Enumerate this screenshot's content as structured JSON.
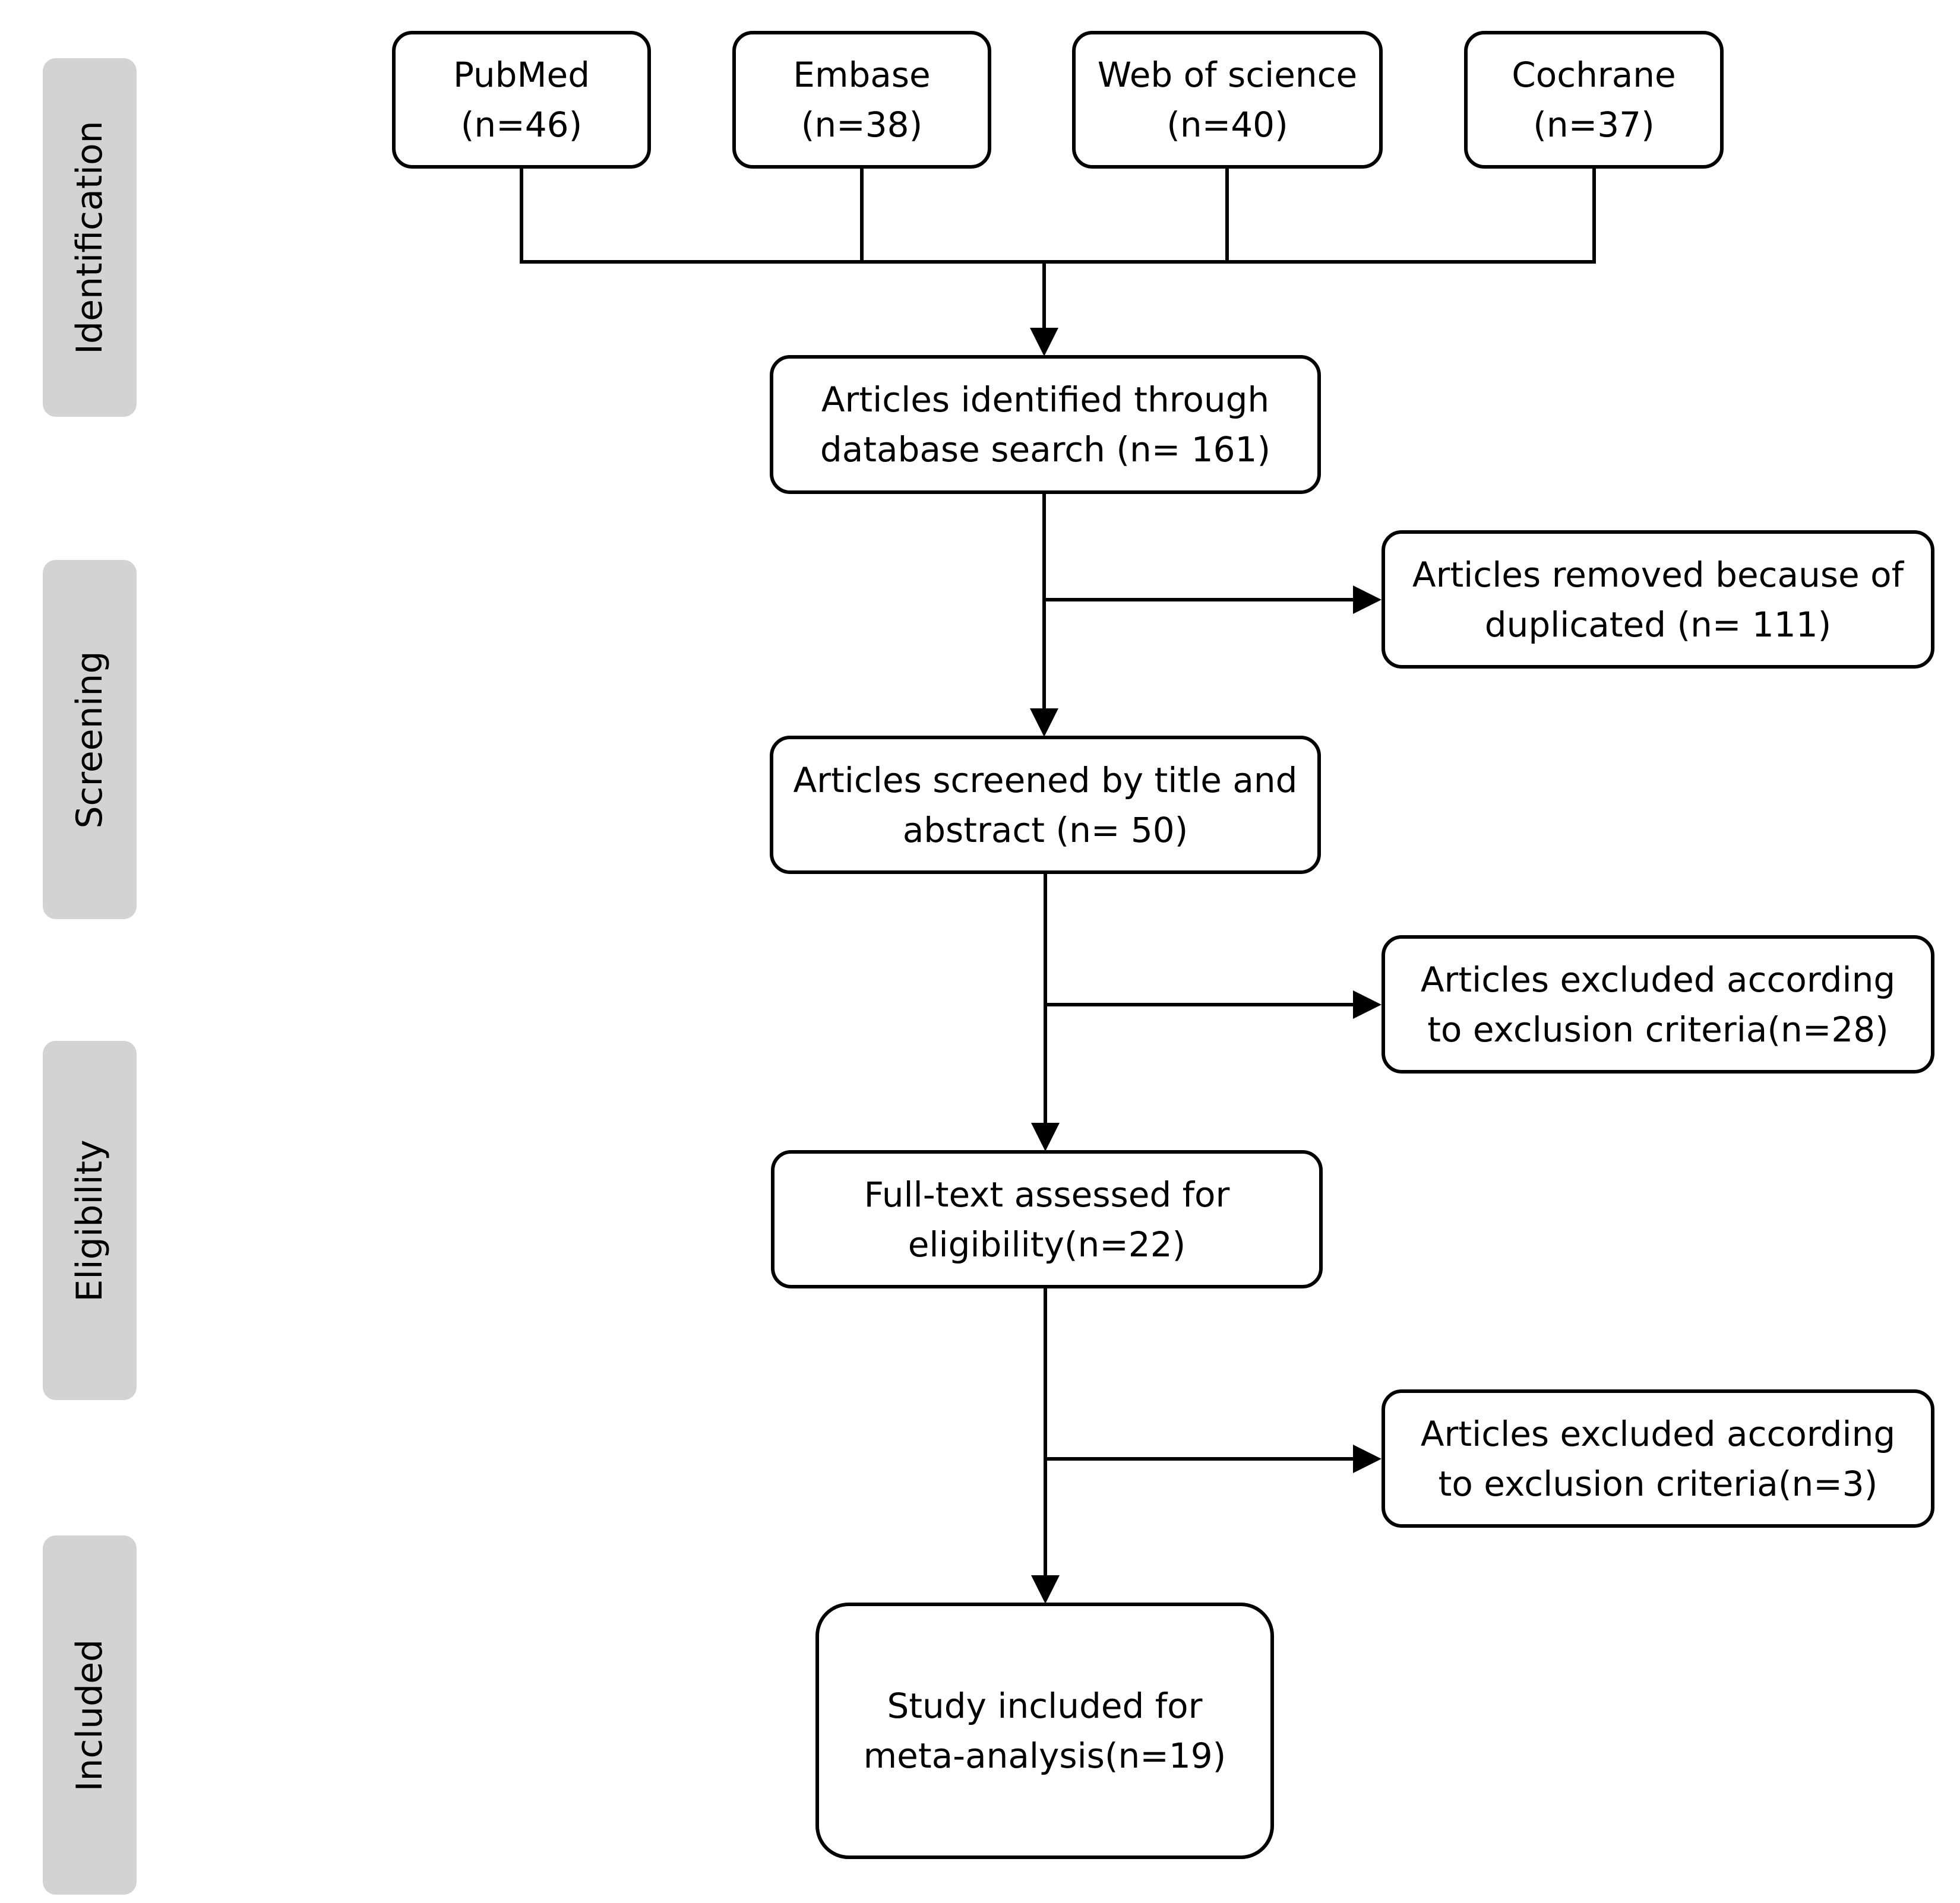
{
  "phases": [
    "Identification",
    "Screening",
    "Eligibility",
    "Included"
  ],
  "sources": [
    {
      "name": "PubMed",
      "count": "(n=46)"
    },
    {
      "name": "Embase",
      "count": "(n=38)"
    },
    {
      "name": "Web of science",
      "count": "(n=40)"
    },
    {
      "name": "Cochrane",
      "count": "(n=37)"
    }
  ],
  "main_steps": [
    {
      "line1": "Articles identified through",
      "line2": "database search (n= 161)"
    },
    {
      "line1": "Articles screened by title and",
      "line2": "abstract (n= 50)"
    },
    {
      "line1": "Full-text assessed for",
      "line2": "eligibility(n=22)"
    },
    {
      "line1": "Study included for",
      "line2": "meta-analysis(n=19)"
    }
  ],
  "exclusions": [
    {
      "line1": "Articles removed because of",
      "line2": "duplicated (n= 111)"
    },
    {
      "line1": "Articles excluded according",
      "line2": "to exclusion criteria(n=28)"
    },
    {
      "line1": "Articles excluded according",
      "line2": "to exclusion criteria(n=3)"
    }
  ]
}
